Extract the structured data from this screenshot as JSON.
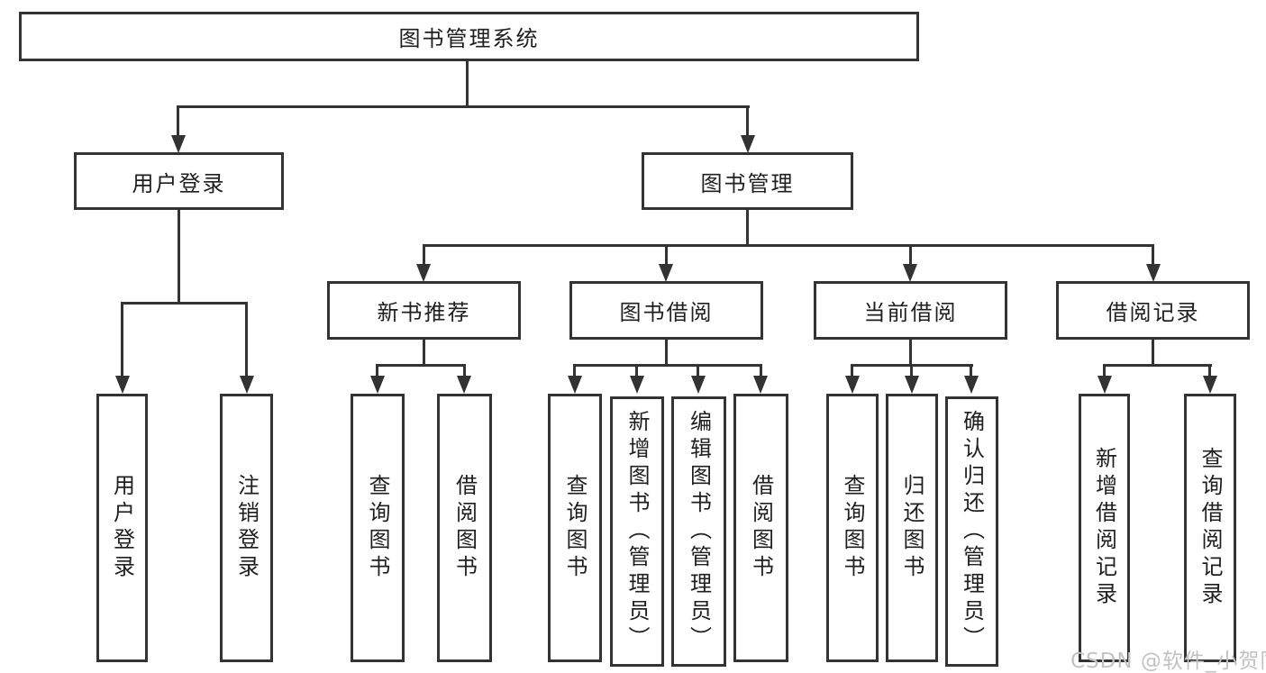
{
  "diagram": {
    "root": {
      "label": "图书管理系统"
    },
    "branches": [
      {
        "label": "用户登录",
        "leaves": [
          {
            "label": "用户登录"
          },
          {
            "label": "注销登录"
          }
        ]
      },
      {
        "label": "图书管理",
        "groups": [
          {
            "label": "新书推荐",
            "leaves": [
              {
                "label": "查询图书"
              },
              {
                "label": "借阅图书"
              }
            ]
          },
          {
            "label": "图书借阅",
            "leaves": [
              {
                "label": "查询图书"
              },
              {
                "label": "新增图书（管理员）"
              },
              {
                "label": "编辑图书（管理员）"
              },
              {
                "label": "借阅图书"
              }
            ]
          },
          {
            "label": "当前借阅",
            "leaves": [
              {
                "label": "查询图书"
              },
              {
                "label": "归还图书"
              },
              {
                "label": "确认归还（管理员）"
              }
            ]
          },
          {
            "label": "借阅记录",
            "leaves": [
              {
                "label": "新增借阅记录"
              },
              {
                "label": "查询借阅记录"
              }
            ]
          }
        ]
      }
    ]
  },
  "watermark": {
    "text": "CSDN @软件_小贺同学"
  },
  "colors": {
    "line": "#333333",
    "box_border": "#333333",
    "text": "#1f1f1f",
    "background": "#ffffff",
    "watermark": "#c2c2c2"
  }
}
